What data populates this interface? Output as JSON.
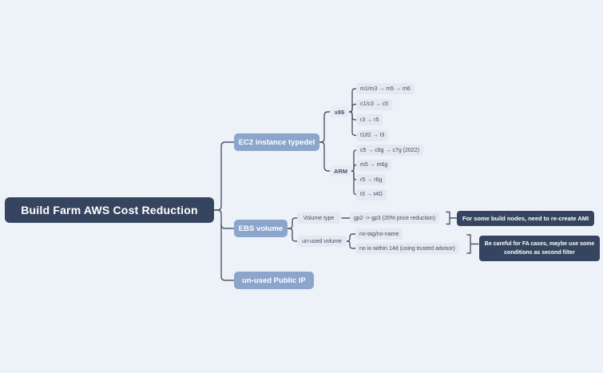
{
  "colors": {
    "background": "#edf2f8",
    "root_bg": "#36455f",
    "branch_bg": "#8ba5cc",
    "leaf_bg": "#e4e9f1",
    "leaf_text": "#3e4d63",
    "note_bg": "#36455f",
    "line": "#4c596c"
  },
  "mindmap": {
    "root": "Build Farm AWS Cost Reduction",
    "ec2": {
      "label": "EC2 instance typedel",
      "x86": {
        "label": "x86",
        "leaves": [
          "m1/m3 → m5 → m6",
          "c1/c3 → c5",
          "r3 → r5",
          "t1/t2 → t3"
        ]
      },
      "arm": {
        "label": "ARM",
        "leaves": [
          "c5 → c6g → c7g (2022)",
          "m5 → m6g",
          "r5 → r6g",
          "t3 → t4G"
        ]
      }
    },
    "ebs": {
      "label": "EBS volume",
      "volume_type": {
        "label": "Volume type",
        "value": "gp2 -> gp3 (20% price reduction)",
        "note": "For some build nodes, need to re-create AMI"
      },
      "unused_volume": {
        "label": "un-used volume",
        "leaves": [
          "no-tag/no-name",
          "no io within 14d (using trusted advisor)"
        ],
        "note_line1": "Be careful for FA cases, maybe use some",
        "note_line2": "conditions as second filter"
      }
    },
    "public_ip": {
      "label": "un-used Public IP"
    }
  }
}
